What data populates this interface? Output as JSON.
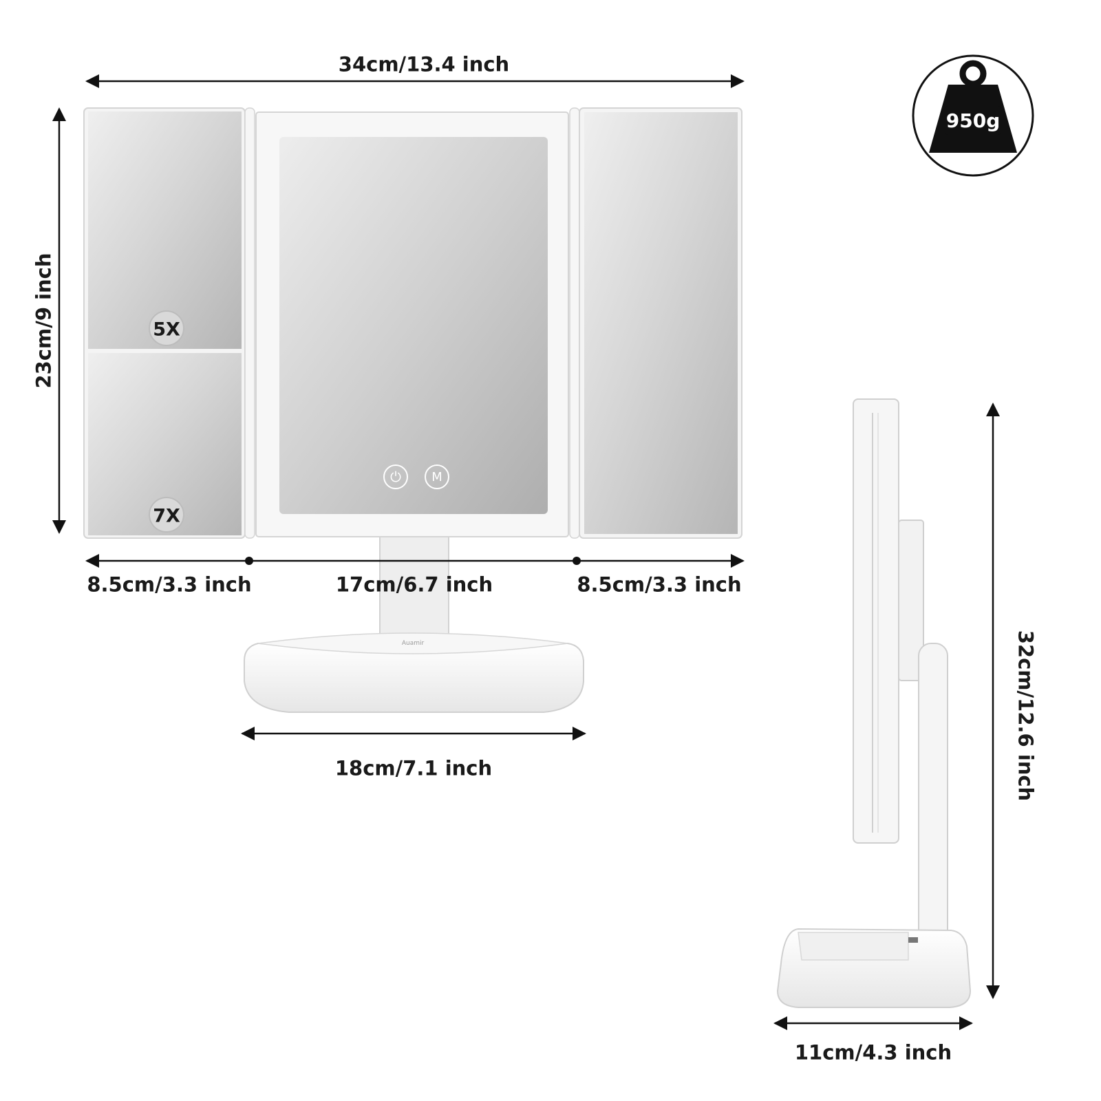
{
  "dimensions": {
    "total_width": "34cm/13.4 inch",
    "height": "23cm/9 inch",
    "left_panel": "8.5cm/3.3 inch",
    "center_panel": "17cm/6.7 inch",
    "right_panel": "8.5cm/3.3 inch",
    "base_width": "18cm/7.1 inch",
    "total_height": "32cm/12.6 inch",
    "base_depth": "11cm/4.3 inch"
  },
  "magnification": {
    "top_left": "5X",
    "bottom_left": "7X"
  },
  "weight": "950g",
  "icons": {
    "power": "power-icon",
    "mode": "mode-icon",
    "weight": "weight-icon"
  },
  "colors": {
    "text": "#1a1a1a",
    "frame": "#f2f2f2",
    "mirror": "#c9c9c9"
  }
}
